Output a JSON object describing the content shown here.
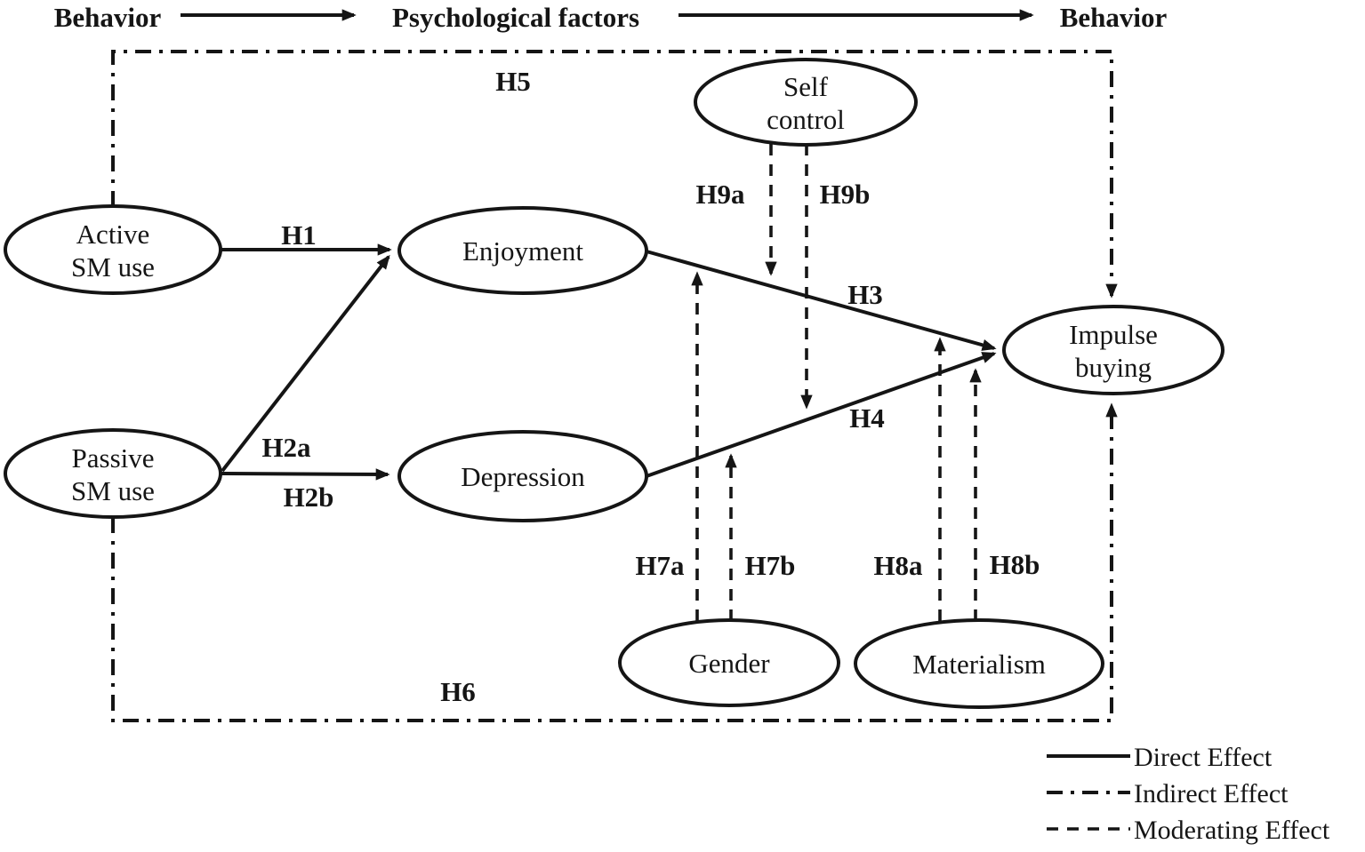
{
  "title_flow": {
    "left": "Behavior",
    "middle": "Psychological factors",
    "right": "Behavior"
  },
  "nodes": {
    "active_sm_use": {
      "line1": "Active",
      "line2": "SM use"
    },
    "passive_sm_use": {
      "line1": "Passive",
      "line2": "SM use"
    },
    "enjoyment": {
      "label": "Enjoyment"
    },
    "depression": {
      "label": "Depression"
    },
    "self_control": {
      "line1": "Self",
      "line2": "control"
    },
    "impulse_buying": {
      "line1": "Impulse",
      "line2": "buying"
    },
    "gender": {
      "label": "Gender"
    },
    "materialism": {
      "label": "Materialism"
    }
  },
  "labels": {
    "h1": "H1",
    "h2a": "H2a",
    "h2b": "H2b",
    "h3": "H3",
    "h4": "H4",
    "h5": "H5",
    "h6": "H6",
    "h7a": "H7a",
    "h7b": "H7b",
    "h8a": "H8a",
    "h8b": "H8b",
    "h9a": "H9a",
    "h9b": "H9b"
  },
  "legend": {
    "direct": "Direct Effect",
    "indirect": "Indirect Effect",
    "moderating": "Moderating Effect"
  },
  "edges": [
    {
      "id": "H1",
      "from": "Active SM use",
      "to": "Enjoyment",
      "effect": "direct"
    },
    {
      "id": "H2a",
      "from": "Passive SM use",
      "to": "Enjoyment",
      "effect": "direct"
    },
    {
      "id": "H2b",
      "from": "Passive SM use",
      "to": "Depression",
      "effect": "direct"
    },
    {
      "id": "H3",
      "from": "Enjoyment",
      "to": "Impulse buying",
      "effect": "direct"
    },
    {
      "id": "H4",
      "from": "Depression",
      "to": "Impulse buying",
      "effect": "direct"
    },
    {
      "id": "H5",
      "from": "Active SM use",
      "to": "Impulse buying",
      "effect": "indirect"
    },
    {
      "id": "H6",
      "from": "Passive SM use",
      "to": "Impulse buying",
      "effect": "indirect"
    },
    {
      "id": "H7a",
      "from": "Gender",
      "to": "H3 path",
      "effect": "moderating"
    },
    {
      "id": "H7b",
      "from": "Gender",
      "to": "H4 path",
      "effect": "moderating"
    },
    {
      "id": "H8a",
      "from": "Materialism",
      "to": "H3 path",
      "effect": "moderating"
    },
    {
      "id": "H8b",
      "from": "Materialism",
      "to": "H4 path",
      "effect": "moderating"
    },
    {
      "id": "H9a",
      "from": "Self control",
      "to": "H3 path",
      "effect": "moderating"
    },
    {
      "id": "H9b",
      "from": "Self control",
      "to": "H4 path",
      "effect": "moderating"
    }
  ],
  "colors": {
    "ink": "#151515",
    "background": "#ffffff"
  }
}
